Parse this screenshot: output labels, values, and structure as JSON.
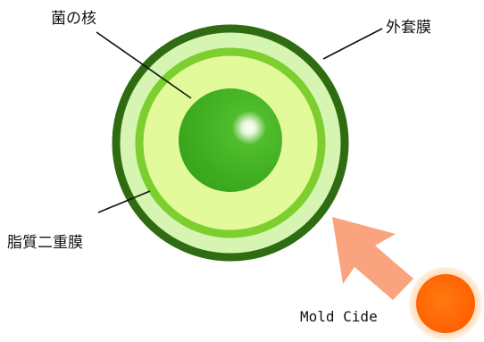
{
  "labels": {
    "nucleus": "菌の核",
    "outer_membrane": "外套膜",
    "lipid_bilayer": "脂質二重膜",
    "product": "Mold Cide"
  },
  "colors": {
    "outer_ring": "#2f6b10",
    "outer_fill": "#d6f5b2",
    "lipid_ring": "#7ccf2e",
    "inner_fill": "#e2fa9a",
    "nucleus": "#3fae1f",
    "nucleus_highlight": "#ffffff",
    "arrow": "#f9a47e",
    "agent_ball": "#ff6a00",
    "agent_glow": "#fdd3a6"
  }
}
